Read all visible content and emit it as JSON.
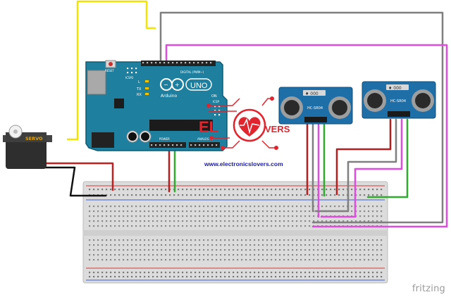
{
  "colors": {
    "board": "#1e7f9e",
    "board_dark": "#135b73",
    "breadboard": "#d9d9d9",
    "breadboard_rail_red": "#d23a3a",
    "breadboard_rail_blue": "#3a5fcf",
    "wire_yellow": "#f2e400",
    "wire_gray": "#7a7a7a",
    "wire_pink": "#e04be0",
    "wire_red": "#b51f1f",
    "wire_green": "#2faa2f",
    "wire_black": "#111111",
    "sensor_board": "#1e6fa8",
    "logo_red": "#e0252f"
  },
  "arduino": {
    "model": "UNO",
    "brand": "Arduino",
    "reset_label": "RESET",
    "icsp2_label": "ICSP2",
    "digital_label": "DIGITAL (PWM~)",
    "analog_label": "ANALOG IN",
    "power_label": "POWER",
    "l_label": "L",
    "tx_label": "TX",
    "rx_label": "RX",
    "on_label": "ON",
    "icsp_label": "ICSP"
  },
  "servo": {
    "label": "SERVO"
  },
  "sensors": [
    {
      "id": "left",
      "top_label": "♦ 000",
      "model": "HC-SR04"
    },
    {
      "id": "right",
      "top_label": "♦ 000",
      "model": "HC-SR04"
    }
  ],
  "logo": {
    "left_text": "EL",
    "right_text": "VERS",
    "url": "www.electronicslovers.com"
  },
  "footer": {
    "brand": "fritzing"
  }
}
